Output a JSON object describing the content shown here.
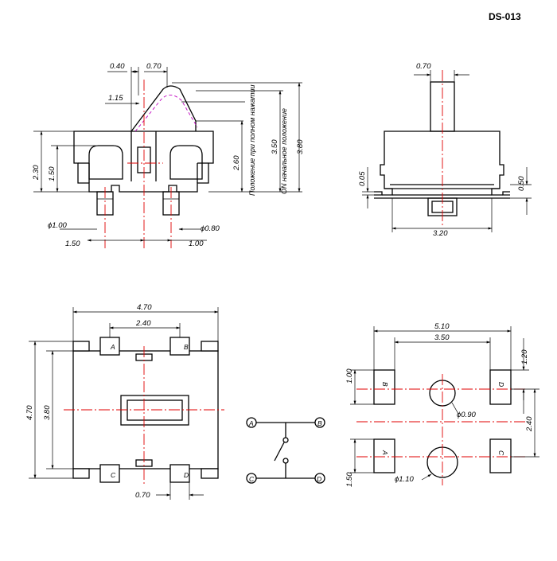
{
  "title": "DS-013",
  "side_view": {
    "top_040": "0.40",
    "top_070": "0.70",
    "left_115": "1.15",
    "left_230": "2.30",
    "left_150": "1.50",
    "bottom_dia_100": "ϕ1.00",
    "bottom_dia_080": "ϕ0.80",
    "bottom_150": "1.50",
    "bottom_100": "1.00",
    "right_260": "2.60",
    "right_350": "3.50",
    "right_380": "3.80",
    "note_pressed": "Положение при полном нажатии",
    "note_on": "ON  начальное положение"
  },
  "end_view": {
    "top_070": "0.70",
    "left_005": "0.05",
    "right_050": "0.50",
    "bottom_320": "3.20"
  },
  "top_view": {
    "width_470": "4.70",
    "inner_240": "2.40",
    "height_470": "4.70",
    "inner_380": "3.80",
    "pad_070": "0.70",
    "pins": {
      "a": "A",
      "b": "B",
      "c": "C",
      "d": "D"
    }
  },
  "schematic": {
    "a": "A",
    "b": "B",
    "c": "C",
    "d": "D"
  },
  "footprint": {
    "width_510": "5.10",
    "inner_350": "3.50",
    "pad_120": "1.20",
    "pad_100": "1.00",
    "pitch_240": "2.40",
    "pad_150": "1.50",
    "hole_090": "ϕ0.90",
    "hole_110": "ϕ1.10",
    "pins": {
      "a": "A",
      "b": "B",
      "c": "C",
      "d": "D"
    }
  }
}
